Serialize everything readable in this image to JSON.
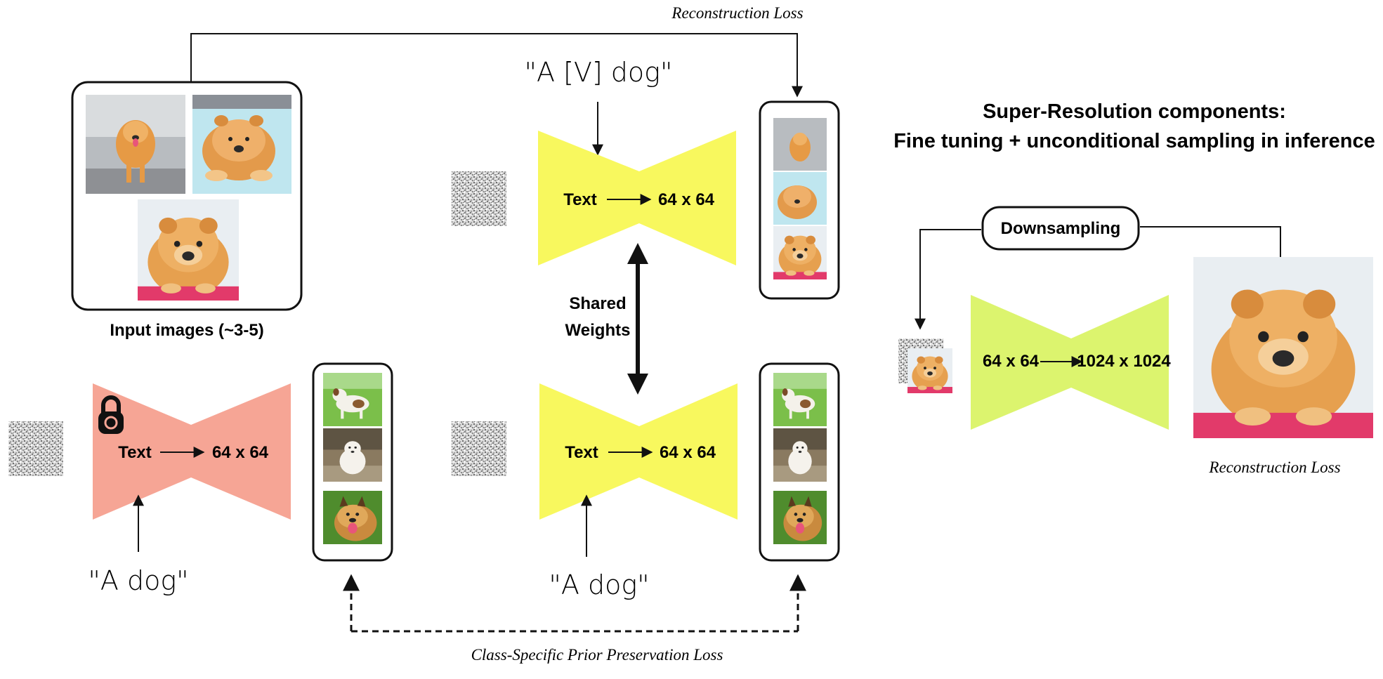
{
  "diagram": {
    "top_loss_label": "Reconstruction Loss",
    "right_loss_label": "Reconstruction Loss",
    "bottom_loss_label": "Class-Specific Prior Preservation Loss",
    "input_images_label": "Input images (~3-5)",
    "prompt_instance": "\"A [V] dog\"",
    "prompt_class_left": "\"A dog\"",
    "prompt_class_mid": "\"A dog\"",
    "shared_weights_line1": "Shared",
    "shared_weights_line2": "Weights",
    "model_top": {
      "input_label": "Text",
      "output_label": "64 x 64"
    },
    "model_bottom_mid": {
      "input_label": "Text",
      "output_label": "64 x 64"
    },
    "model_frozen": {
      "input_label": "Text",
      "output_label": "64 x 64"
    },
    "sr_title_line1": "Super-Resolution components:",
    "sr_title_line2": "Fine tuning + unconditional sampling in inference",
    "downsampling_label": "Downsampling",
    "sr_model": {
      "input_label": "64 x 64",
      "output_label": "1024 x 1024"
    }
  },
  "colors": {
    "trainable_model": "#f8f85e",
    "frozen_model": "#f6a595",
    "sr_model": "#dcf46e",
    "line": "#111111"
  },
  "icons": [
    "lock-icon",
    "dog-photo",
    "noise-image"
  ]
}
